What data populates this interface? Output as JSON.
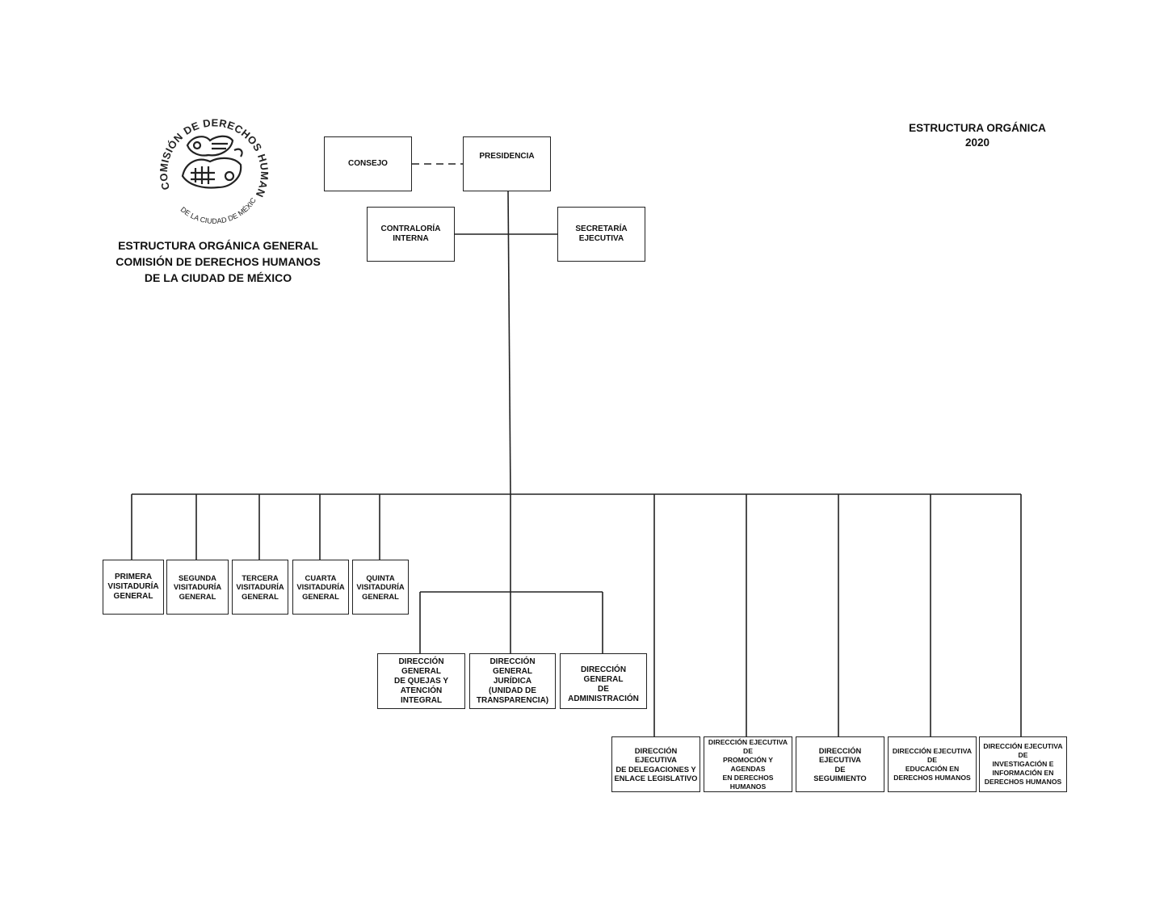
{
  "header": {
    "title": "ESTRUCTURA ORGÁNICA",
    "year": "2020"
  },
  "org_title": {
    "line1": "ESTRUCTURA ORGÁNICA GENERAL",
    "line2": "COMISIÓN DE DERECHOS HUMANOS",
    "line3": "DE LA CIUDAD DE MÉXICO"
  },
  "seal": {
    "arc_top": "COMISIÓN DE DERECHOS HUMANOS",
    "arc_bottom": "DE LA CIUDAD DE MÉXICO"
  },
  "nodes": {
    "consejo": "CONSEJO",
    "presidencia": "PRESIDENCIA",
    "contraloria": "CONTRALORÍA\nINTERNA",
    "secretaria": "SECRETARÍA\nEJECUTIVA",
    "visitaduria_1": "PRIMERA\nVISITADURÍA\nGENERAL",
    "visitaduria_2": "SEGUNDA\nVISITADURÍA\nGENERAL",
    "visitaduria_3": "TERCERA\nVISITADURÍA\nGENERAL",
    "visitaduria_4": "CUARTA\nVISITADURÍA\nGENERAL",
    "visitaduria_5": "QUINTA\nVISITADURÍA\nGENERAL",
    "dg_quejas": "DIRECCIÓN GENERAL\nDE QUEJAS Y\nATENCIÓN INTEGRAL",
    "dg_juridica": "DIRECCIÓN GENERAL\nJURÍDICA\n(UNIDAD DE\nTRANSPARENCIA)",
    "dg_administracion": "DIRECCIÓN GENERAL\nDE ADMINISTRACIÓN",
    "de_delegaciones": "DIRECCIÓN EJECUTIVA\nDE DELEGACIONES Y\nENLACE LEGISLATIVO",
    "de_promocion": "DIRECCIÓN EJECUTIVA DE\nPROMOCIÓN Y AGENDAS\nEN DERECHOS HUMANOS",
    "de_seguimiento": "DIRECCIÓN  EJECUTIVA\nDE\nSEGUIMIENTO",
    "de_educacion": "DIRECCIÓN EJECUTIVA DE\nEDUCACIÓN EN\nDERECHOS HUMANOS",
    "de_investigacion": "DIRECCIÓN EJECUTIVA DE\nINVESTIGACIÓN E\nINFORMACIÓN EN\nDERECHOS HUMANOS"
  }
}
